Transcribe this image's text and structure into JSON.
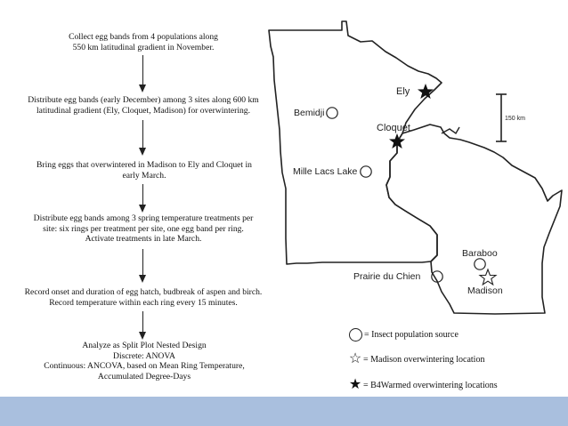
{
  "flowchart": {
    "steps": [
      {
        "lines": [
          "Collect egg bands from 4 populations along",
          "550 km latitudinal gradient in November."
        ]
      },
      {
        "lines": [
          "Distribute egg bands (early December) among 3 sites along 600 km",
          "latitudinal gradient (Ely, Cloquet, Madison) for overwintering."
        ]
      },
      {
        "lines": [
          "Bring eggs that overwintered in Madison to Ely and Cloquet in",
          "early March."
        ]
      },
      {
        "lines": [
          "Distribute egg bands among 3 spring temperature treatments per",
          "site: six rings per treatment per site, one egg band per ring.",
          "Activate treatments in late March."
        ]
      },
      {
        "lines": [
          "Record onset and duration of egg hatch, budbreak of aspen and birch.",
          "Record temperature within each ring every 15 minutes."
        ]
      },
      {
        "lines": [
          "Analyze as Split Plot Nested Design",
          "Discrete: ANOVA",
          "Continuous: ANCOVA, based on Mean Ring Temperature,",
          "Accumulated Degree-Days"
        ]
      }
    ]
  },
  "map": {
    "places": {
      "ely": "Ely",
      "bemidji": "Bemidji",
      "cloquet": "Cloquet",
      "mille_lacs": "Mille Lacs Lake",
      "baraboo": "Baraboo",
      "prairie": "Prairie du Chien",
      "madison": "Madison"
    },
    "scale_label": "150 km"
  },
  "legend": {
    "circle": "= Insect population source",
    "open_star": "= Madison overwintering location",
    "filled_star": "= B4Warmed overwintering locations"
  },
  "colors": {
    "footer": "#a9bfde",
    "ink": "#222222"
  }
}
